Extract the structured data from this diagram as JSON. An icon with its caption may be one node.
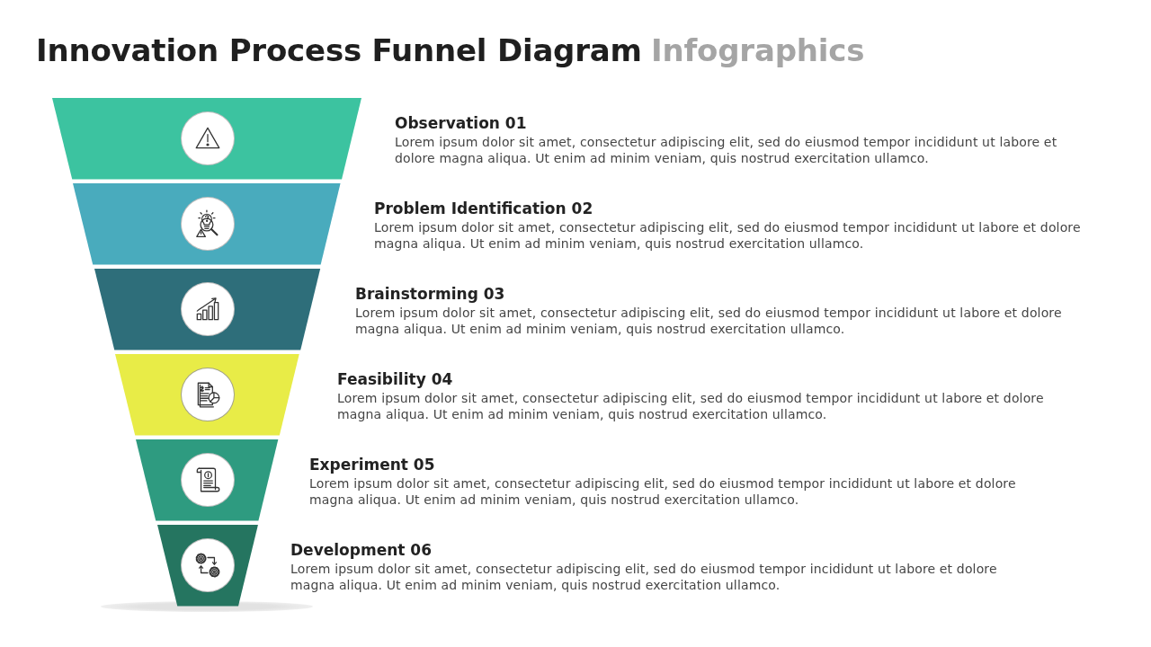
{
  "diagram": {
    "title": "Innovation Process Funnel Diagram",
    "labels": [
      "Infographics"
    ],
    "nodes": [
      {
        "text": [
          "Observation 01",
          "Lorem ipsum dolor sit amet, consectetur adipiscing elit, sed do eiusmod tempor incididunt ut labore et dolore magna aliqua. Ut enim ad minim veniam, quis nostrud exercitation ullamco."
        ]
      },
      {
        "text": [
          "Problem Identification 02",
          "Lorem ipsum dolor sit amet, consectetur adipiscing elit, sed do eiusmod tempor incididunt ut labore et dolore magna aliqua. Ut enim ad minim veniam, quis nostrud exercitation ullamco."
        ]
      },
      {
        "text": [
          "Brainstorming 03",
          "Lorem ipsum dolor sit amet, consectetur adipiscing elit, sed do eiusmod tempor incididunt ut labore et dolore magna aliqua. Ut enim ad minim veniam, quis nostrud exercitation ullamco."
        ]
      },
      {
        "text": [
          "Feasibility 04",
          "Lorem ipsum dolor sit amet, consectetur adipiscing elit, sed do eiusmod tempor incididunt ut labore et dolore magna aliqua. Ut enim ad minim veniam, quis nostrud exercitation ullamco."
        ]
      },
      {
        "text": [
          "Experiment 05",
          "Lorem ipsum dolor sit amet, consectetur adipiscing elit, sed do eiusmod tempor incididunt ut labore et dolore magna aliqua. Ut enim ad minim veniam, quis nostrud exercitation ullamco."
        ]
      },
      {
        "text": [
          "Development 06",
          "Lorem ipsum dolor sit amet, consectetur adipiscing elit, sed do eiusmod tempor incididunt ut labore et dolore magna aliqua. Ut enim ad minim veniam, quis nostrud exercitation ullamco."
        ]
      }
    ]
  }
}
